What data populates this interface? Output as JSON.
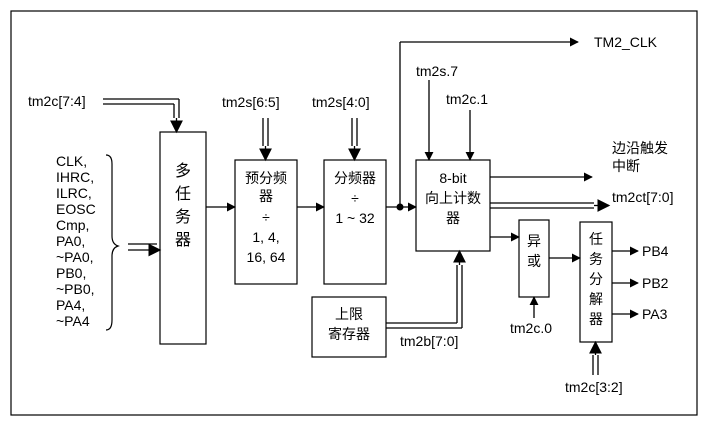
{
  "inputs": {
    "mux_select": "tm2c[7:4]",
    "prescaler_select": "tm2s[6:5]",
    "divider_select": "tm2s[4:0]",
    "edge_select": "tm2s.7",
    "counter_ctrl": "tm2c.1",
    "xor_input": "tm2c.0",
    "output_select": "tm2c[3:2]",
    "bound_reg": "tm2b[7:0]"
  },
  "clock_sources": [
    "CLK,",
    "IHRC,",
    "ILRC,",
    "EOSC",
    "Cmp,",
    "PA0,",
    "~PA0,",
    "PB0,",
    "~PB0,",
    "PA4,",
    "~PA4"
  ],
  "blocks": {
    "mux": [
      "多",
      "任",
      "务",
      "器"
    ],
    "prescaler": [
      "预分频",
      "器",
      "÷",
      "1, 4,",
      "16, 64"
    ],
    "divider": [
      "分频器",
      "÷",
      "1 ~ 32"
    ],
    "counter": [
      "8-bit",
      "向上计数",
      "器"
    ],
    "xor": [
      "异",
      "或"
    ],
    "demux": [
      "任",
      "务",
      "分",
      "解",
      "器"
    ],
    "bound": [
      "上限",
      "寄存器"
    ]
  },
  "outputs": {
    "tm2_clk": "TM2_CLK",
    "edge_interrupt": [
      "边沿触发",
      "中断"
    ],
    "counter_value": "tm2ct[7:0]",
    "pins": [
      "PB4",
      "PB2",
      "PA3"
    ]
  }
}
